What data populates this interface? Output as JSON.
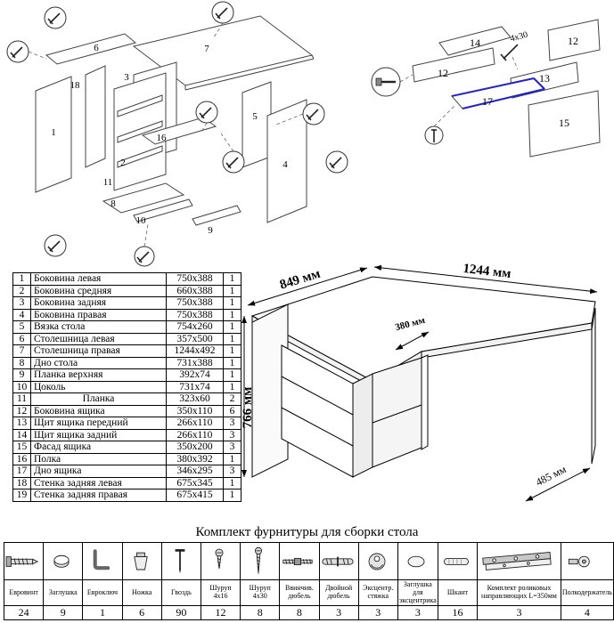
{
  "doc": {
    "hardware_title": "Комплект фурнитуры для сборки стола"
  },
  "colors": {
    "highlight_blue": "#2222cc",
    "line": "#000000"
  },
  "exploded_view": {
    "labels": {
      "n1": "1",
      "n2": "2",
      "n3": "3",
      "n4": "4",
      "n5": "5",
      "n6": "6",
      "n7": "7",
      "n8": "8",
      "n9": "9",
      "n10": "10",
      "n11": "11",
      "n16": "16",
      "n18": "18"
    }
  },
  "drawer_detail": {
    "labels": {
      "n12_left": "12",
      "n12_right": "12",
      "n13": "13",
      "n14": "14",
      "n15": "15",
      "n17": "17"
    },
    "screw_spec": "4x30"
  },
  "desk_drawing": {
    "dims": {
      "top_left": "849 мм",
      "top_right": "1244 мм",
      "height": "766 мм",
      "inner_depth": "380 мм",
      "side_depth": "485 мм"
    }
  },
  "parts_table": {
    "rows": [
      {
        "num": "1",
        "name": "Боковина левая",
        "size": "750x388",
        "qty": "1"
      },
      {
        "num": "2",
        "name": "Боковина средняя",
        "size": "660x388",
        "qty": "1"
      },
      {
        "num": "3",
        "name": "Боковина задняя",
        "size": "750x388",
        "qty": "1"
      },
      {
        "num": "4",
        "name": "Боковина правая",
        "size": "750x388",
        "qty": "1"
      },
      {
        "num": "5",
        "name": "Вязка стола",
        "size": "754x260",
        "qty": "1"
      },
      {
        "num": "6",
        "name": "Столешница левая",
        "size": "357x500",
        "qty": "1"
      },
      {
        "num": "7",
        "name": "Столешница правая",
        "size": "1244x492",
        "qty": "1"
      },
      {
        "num": "8",
        "name": "Дно стола",
        "size": "731x388",
        "qty": "1"
      },
      {
        "num": "9",
        "name": "Планка верхняя",
        "size": "392x74",
        "qty": "1"
      },
      {
        "num": "10",
        "name": "Цоколь",
        "size": "731x74",
        "qty": "1"
      },
      {
        "num": "11",
        "name": "Планка",
        "size": "323x60",
        "qty": "2",
        "center": true
      },
      {
        "num": "12",
        "name": "Боковина ящика",
        "size": "350x110",
        "qty": "6"
      },
      {
        "num": "13",
        "name": "Щит ящика передний",
        "size": "266x110",
        "qty": "3"
      },
      {
        "num": "14",
        "name": "Щит ящика задний",
        "size": "266x110",
        "qty": "3"
      },
      {
        "num": "15",
        "name": "Фасад ящика",
        "size": "350x200",
        "qty": "3"
      },
      {
        "num": "16",
        "name": "Полка",
        "size": "380x392",
        "qty": "1"
      },
      {
        "num": "17",
        "name": "Дно ящика",
        "size": "346x295",
        "qty": "3"
      },
      {
        "num": "18",
        "name": "Стенка задняя левая",
        "size": "675x345",
        "qty": "1"
      },
      {
        "num": "19",
        "name": "Стенка задняя правая",
        "size": "675x415",
        "qty": "1"
      }
    ]
  },
  "hardware": {
    "items": [
      {
        "name": "Евровинт",
        "qty": "24",
        "icon": "confirmat-screw-icon"
      },
      {
        "name": "Заглушка",
        "qty": "9",
        "icon": "cap-icon"
      },
      {
        "name": "Евроключ",
        "qty": "1",
        "icon": "hex-key-icon"
      },
      {
        "name": "Ножка",
        "qty": "6",
        "icon": "foot-icon"
      },
      {
        "name": "Гвоздь",
        "qty": "90",
        "icon": "nail-icon"
      },
      {
        "name": "Шуруп 4x16",
        "qty": "12",
        "icon": "screw-4x16-icon"
      },
      {
        "name": "Шуруп 4x30",
        "qty": "8",
        "icon": "screw-4x30-icon"
      },
      {
        "name": "Ввинчив. дюбель",
        "qty": "8",
        "icon": "dowel-screw-icon"
      },
      {
        "name": "Двойной дюбель",
        "qty": "3",
        "icon": "double-dowel-icon"
      },
      {
        "name": "Эксцентр. стяжка",
        "qty": "3",
        "icon": "cam-lock-icon"
      },
      {
        "name": "Заглушка для эксцентрика",
        "qty": "3",
        "icon": "cam-cap-icon"
      },
      {
        "name": "Шкант",
        "qty": "16",
        "icon": "wood-dowel-icon"
      },
      {
        "name": "Комплект роликовых направляющих L=350мм",
        "qty": "3",
        "icon": "rail-kit-icon"
      },
      {
        "name": "Полкодержатель",
        "qty": "4",
        "icon": "shelf-pin-icon"
      }
    ]
  }
}
